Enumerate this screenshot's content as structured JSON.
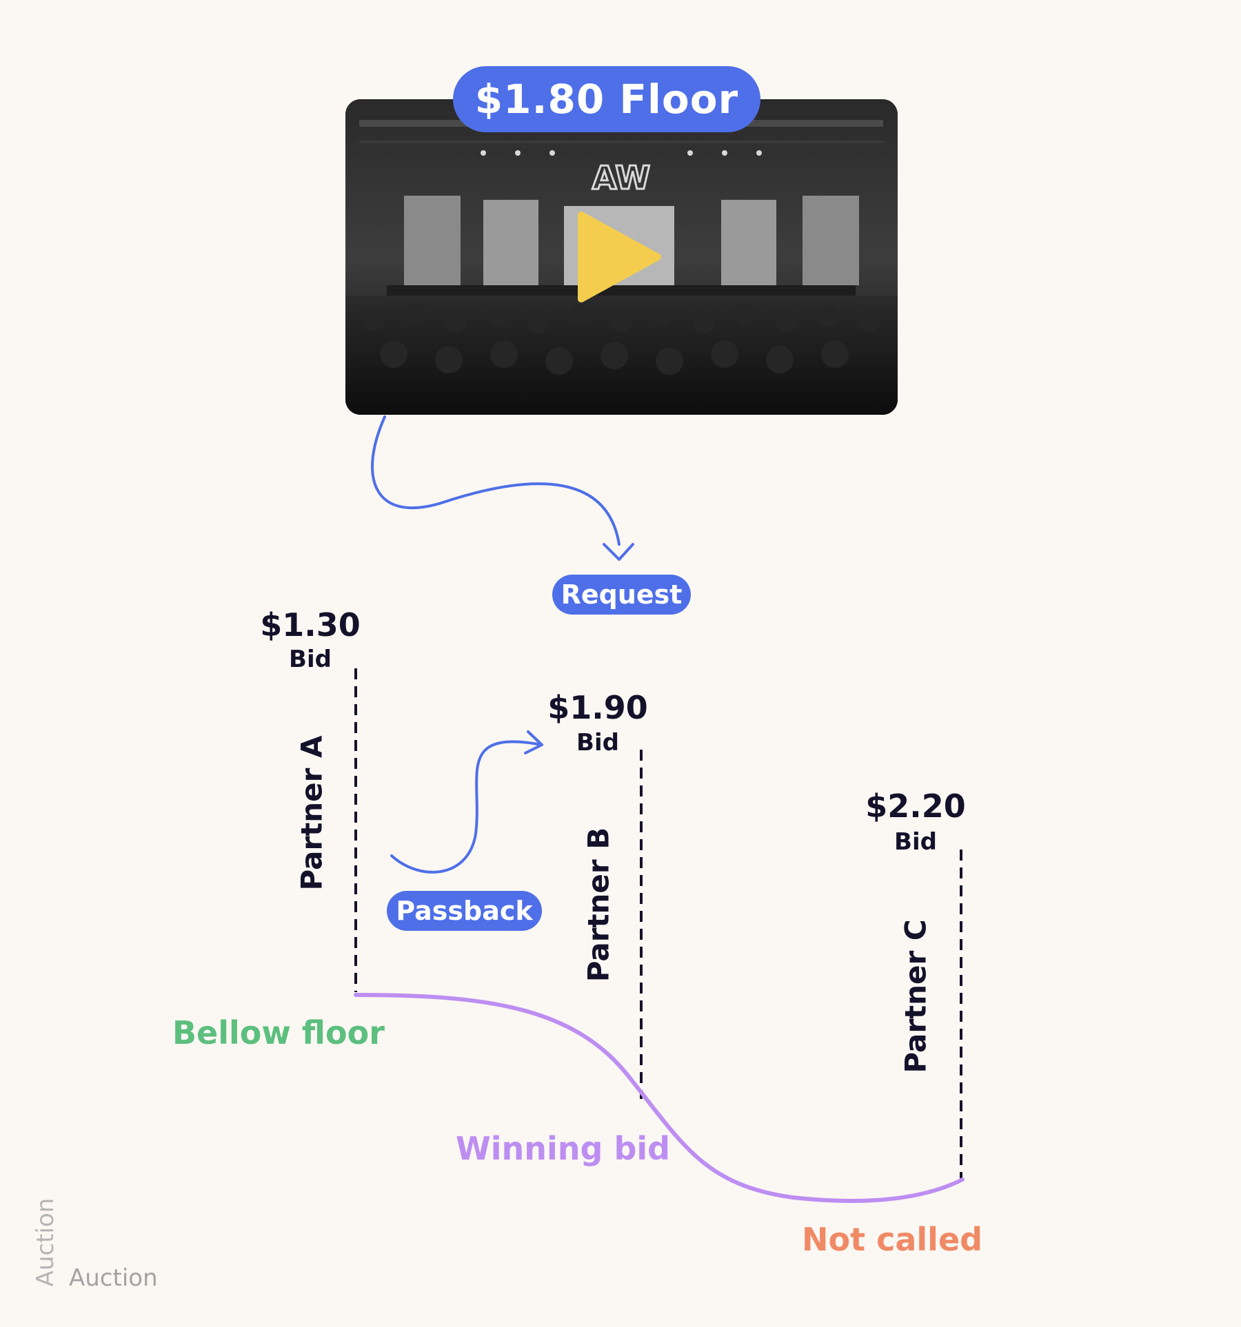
{
  "floor": {
    "label": "$1.80 Floor"
  },
  "video": {
    "play_icon": "play-icon",
    "logo_text": "AW",
    "colors": {
      "play": "#f5cd4e",
      "frame": "#1a1a1a"
    }
  },
  "flow": {
    "request_label": "Request",
    "passback_label": "Passback"
  },
  "partners": [
    {
      "name": "Partner A",
      "price": "$1.30",
      "bid_label": "Bid"
    },
    {
      "name": "Partner B",
      "price": "$1.90",
      "bid_label": "Bid"
    },
    {
      "name": "Partner C",
      "price": "$2.20",
      "bid_label": "Bid"
    }
  ],
  "outcomes": {
    "below_floor": "Bellow floor",
    "winning_bid": "Winning bid",
    "not_called": "Not called"
  },
  "watermark": {
    "horizontal": "Auction",
    "vertical": "Auction"
  },
  "colors": {
    "accent_blue": "#4f6fe8",
    "curve_purple": "#bd8ef2",
    "green": "#5cbf7e",
    "orange": "#f08a66",
    "background": "#fbf8f3",
    "ink": "#14122a"
  }
}
